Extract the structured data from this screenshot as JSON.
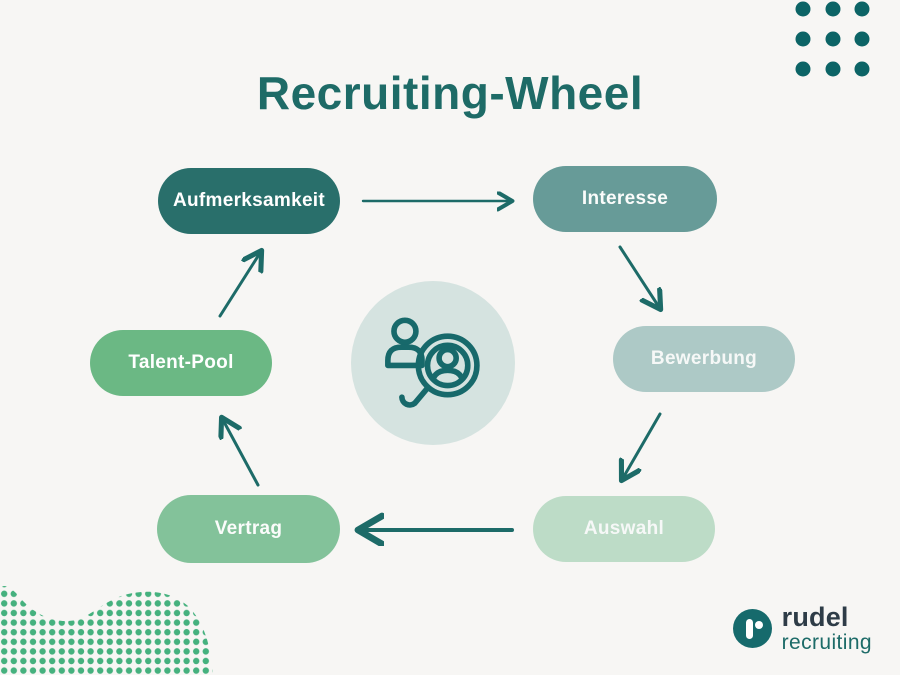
{
  "title": "Recruiting-Wheel",
  "colors": {
    "bg": "#f7f6f4",
    "title": "#1e6b67",
    "arrow": "#1d6b68",
    "center-bg": "#d5e3e0",
    "center-icon": "#17696b",
    "dots-top-right": "#0c6466",
    "dots-bottom-left": "#45b17e",
    "logo-circle": "#166a6c",
    "logo-name": "#2e3c47",
    "logo-sub": "#1d6b68"
  },
  "wheel": {
    "stages": [
      {
        "label": "Aufmerksamkeit",
        "color": "#296f6b",
        "text_color": "#ffffff"
      },
      {
        "label": "Interesse",
        "color": "#679b98",
        "text_color": "#fbfcfb"
      },
      {
        "label": "Bewerbung",
        "color": "#adc9c6",
        "text_color": "#f6f8f7"
      },
      {
        "label": "Auswahl",
        "color": "#bddcc7",
        "text_color": "#f6f8f7"
      },
      {
        "label": "Vertrag",
        "color": "#83c29a",
        "text_color": "#fbfcfb"
      },
      {
        "label": "Talent-Pool",
        "color": "#6bb884",
        "text_color": "#ffffff"
      }
    ],
    "flow": [
      "Aufmerksamkeit → Interesse",
      "Interesse → Bewerbung",
      "Bewerbung → Auswahl",
      "Auswahl → Vertrag",
      "Vertrag → Talent-Pool",
      "Talent-Pool → Aufmerksamkeit"
    ]
  },
  "center_icon": "person-search-icon",
  "logo": {
    "name": "rudel",
    "sub": "recruiting"
  }
}
